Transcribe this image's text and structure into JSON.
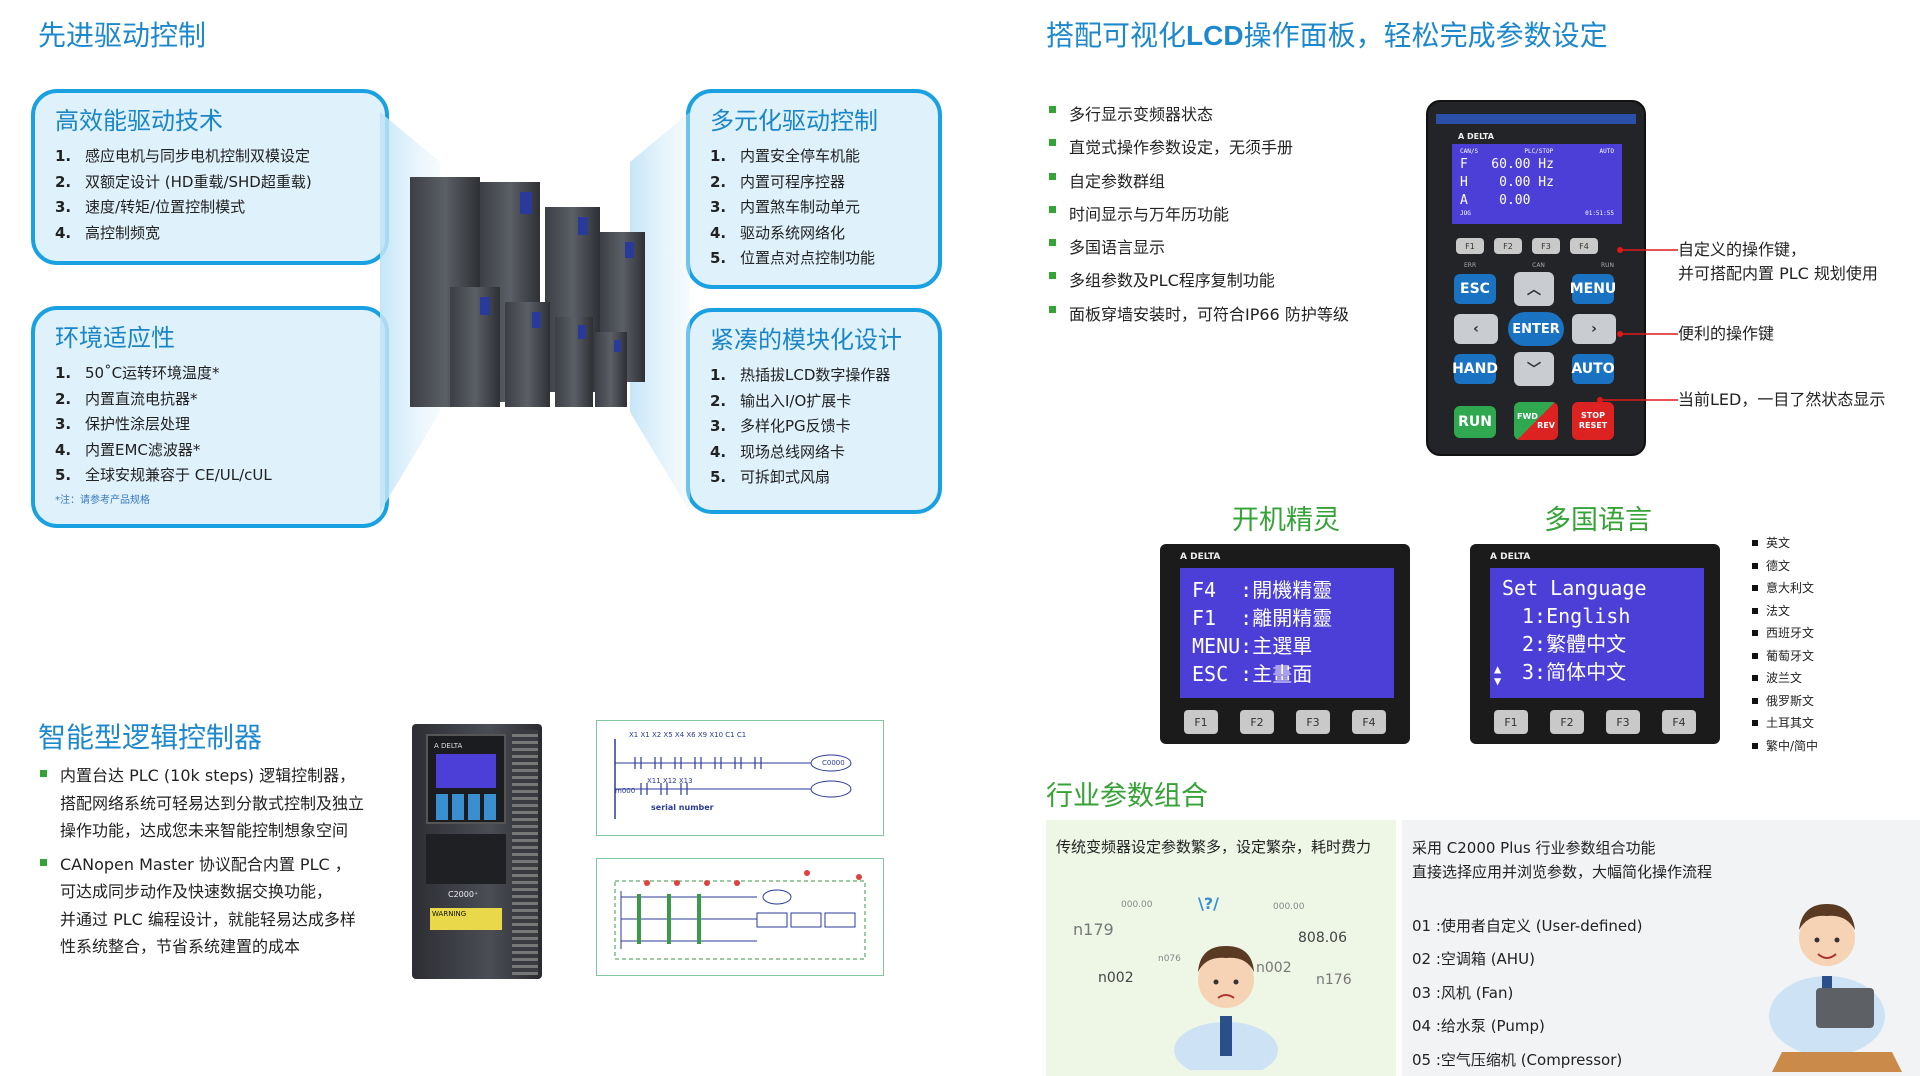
{
  "left": {
    "title": "先进驱动控制",
    "card1": {
      "title": "高效能驱动技术",
      "items": [
        {
          "n": "1.",
          "text": "感应电机与同步电机控制双模设定"
        },
        {
          "n": "2.",
          "text": "双额定设计 (HD重载/SHD超重载)"
        },
        {
          "n": "3.",
          "text": "速度/转矩/位置控制模式"
        },
        {
          "n": "4.",
          "text": "高控制频宽"
        }
      ]
    },
    "card2": {
      "title": "多元化驱动控制",
      "items": [
        {
          "n": "1.",
          "text": "内置安全停车机能"
        },
        {
          "n": "2.",
          "text": "内置可程序控器"
        },
        {
          "n": "3.",
          "text": "内置煞车制动单元"
        },
        {
          "n": "4.",
          "text": "驱动系统网络化"
        },
        {
          "n": "5.",
          "text": "位置点对点控制功能"
        }
      ]
    },
    "card3": {
      "title": "环境适应性",
      "items": [
        {
          "n": "1.",
          "text": "50˚C运转环境温度*"
        },
        {
          "n": "2.",
          "text": "内置直流电抗器*"
        },
        {
          "n": "3.",
          "text": "保护性涂层处理"
        },
        {
          "n": "4.",
          "text": "内置EMC滤波器*"
        },
        {
          "n": "5.",
          "text": "全球安规兼容于 CE/UL/cUL"
        }
      ],
      "note": "*注：请参考产品规格"
    },
    "card4": {
      "title": "紧凑的模块化设计",
      "items": [
        {
          "n": "1.",
          "text": "热插拔LCD数字操作器"
        },
        {
          "n": "2.",
          "text": "输出入I/O扩展卡"
        },
        {
          "n": "3.",
          "text": "多样化PG反馈卡"
        },
        {
          "n": "4.",
          "text": "现场总线网络卡"
        },
        {
          "n": "5.",
          "text": "可拆卸式风扇"
        }
      ]
    },
    "plc": {
      "title": "智能型逻辑控制器",
      "bullets": [
        [
          "内置台达 PLC (10k steps) 逻辑控制器，",
          "搭配网络系统可轻易达到分散式控制及独立",
          "操作功能，达成您未来智能控制想象空间"
        ],
        [
          "CANopen Master 协议配合内置 PLC ，",
          "可达成同步动作及快速数据交换功能，",
          "并通过 PLC 编程设计，就能轻易达成多样",
          "性系统整合，节省系统建置的成本"
        ]
      ],
      "drive_brand": "A DELTA",
      "drive_model": "C2000⁺",
      "warning": "WARNING",
      "ladder_serial": "serial number",
      "ladder_top": "X1  X1  X2  X5  X4  X6  X9  X10  C1  C1",
      "ladder_mid": "X11  X12  X13",
      "ladder_out": "C0000",
      "ladder_left": "m000"
    }
  },
  "right": {
    "title_pre": "搭配可视化",
    "title_bold": "LCD",
    "title_post": "操作面板，轻松完成参数设定",
    "features": [
      "多行显示变频器状态",
      "直觉式操作参数设定，无须手册",
      "自定参数群组",
      "时间显示与万年历功能",
      "多国语言显示",
      "多组参数及PLC程序复制功能",
      "面板穿墙安装时，可符合IP66 防护等级"
    ],
    "keypad": {
      "brand": "A DELTA",
      "screen_top": [
        "CAN/S",
        "PLC/STOP",
        "AUTO"
      ],
      "screen_lines": [
        "F   60.00 Hz",
        "H    0.00 Hz",
        "A    0.00"
      ],
      "screen_bottom": [
        "JOG",
        "01:51:55"
      ],
      "fkeys": [
        "F1",
        "F2",
        "F3",
        "F4"
      ],
      "keys": {
        "esc": "ESC",
        "menu": "MENU",
        "enter": "ENTER",
        "hand": "HAND",
        "auto": "AUTO",
        "run": "RUN",
        "fwd": "FWD",
        "rev": "REV",
        "stop": "STOP",
        "reset": "RESET"
      },
      "small": [
        "ERR",
        "CAN",
        "RUN"
      ]
    },
    "annotations": {
      "a1_l1": "自定义的操作键，",
      "a1_l2": "并可搭配内置 PLC 规划使用",
      "a2": "便利的操作键",
      "a3": "当前LED，一目了然状态显示"
    },
    "wizard": {
      "title": "开机精灵",
      "brand": "A DELTA",
      "lines": [
        "F4  :開機精靈",
        "F1  :離開精靈",
        "MENU:主選單",
        "ESC :主畫面"
      ],
      "fkeys": [
        "F1",
        "F2",
        "F3",
        "F4"
      ]
    },
    "lang": {
      "title": "多国语言",
      "brand": "A DELTA",
      "lines": [
        "Set Language",
        "1:English",
        "2:繁體中文",
        "3:简体中文"
      ],
      "fkeys": [
        "F1",
        "F2",
        "F3",
        "F4"
      ],
      "list": [
        "英文",
        "德文",
        "意大利文",
        "法文",
        "西班牙文",
        "葡萄牙文",
        "波兰文",
        "俄罗斯文",
        "土耳其文",
        "繁中/简中"
      ]
    },
    "industry": {
      "title": "行业参数组合",
      "left_text": "传统变频器设定参数繁多，设定繁杂，耗时费力",
      "floats": [
        "000.00",
        "n179",
        "n076",
        "n002",
        "000.00",
        "808.06",
        "n002",
        "n176"
      ],
      "question": "\\?/",
      "right_l1": "采用 C2000 Plus 行业参数组合功能",
      "right_l2": "直接选择应用并浏览参数，大幅简化操作流程",
      "items": [
        {
          "n": "01",
          "t": ":使用者自定义 (User-defined)"
        },
        {
          "n": "02",
          "t": ":空调箱 (AHU)"
        },
        {
          "n": "03",
          "t": ":风机 (Fan)"
        },
        {
          "n": "04",
          "t": ":给水泵 (Pump)"
        },
        {
          "n": "05",
          "t": ":空气压缩机 (Compressor)"
        }
      ]
    }
  },
  "colors": {
    "blue": "#19a1e2",
    "green": "#35a335",
    "card_bg": "#dff1fb",
    "lcd_screen": "#4b3fd8"
  }
}
